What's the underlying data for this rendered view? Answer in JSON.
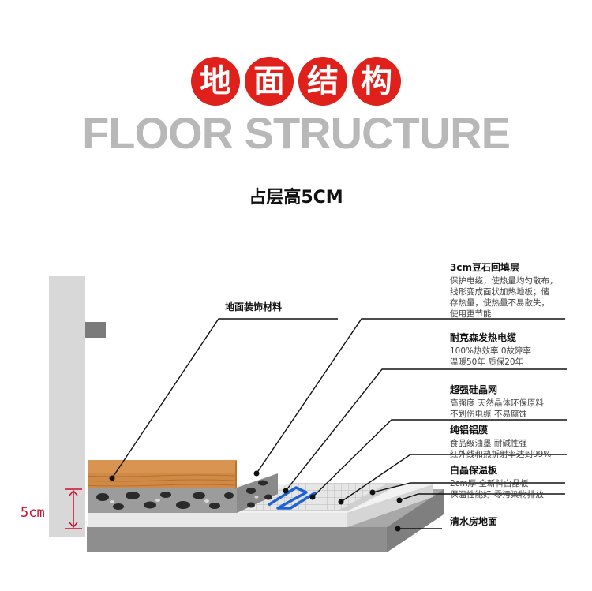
{
  "title": [
    "地",
    "面",
    "结",
    "构"
  ],
  "subtitle": "FLOOR STRUCTURE",
  "height_note": "占层高5CM",
  "dimension_label": "5cm",
  "floor_finish_label": "地面装饰材料",
  "layers": [
    {
      "title": "3cm豆石回填层",
      "desc": [
        "保护电缆，使热量均匀散布，",
        "线形变成面状加热地板；储",
        "存热量，使热量不易散失，",
        "使用更节能"
      ]
    },
    {
      "title": "耐克森发热电缆",
      "desc": [
        "100%热效率 0故障率",
        "温暖50年 质保20年"
      ]
    },
    {
      "title": "超强硅晶网",
      "desc": [
        "高强度 天然晶体环保原料",
        "不划伤电缆 不易腐蚀"
      ]
    },
    {
      "title": "纯铝铝膜",
      "desc": [
        "食品级油墨 耐碱性强",
        "红外线和热折射率达到99%"
      ]
    },
    {
      "title": "白晶保温板",
      "desc": [
        "2cm厚 全新料白晶板",
        "保温性能好 零污染物排放"
      ]
    },
    {
      "title": "清水房地面",
      "desc": []
    }
  ],
  "colors": {
    "accent": "#e0211b",
    "subtitle": "#b8b8b8",
    "dimension": "#c8102e"
  }
}
